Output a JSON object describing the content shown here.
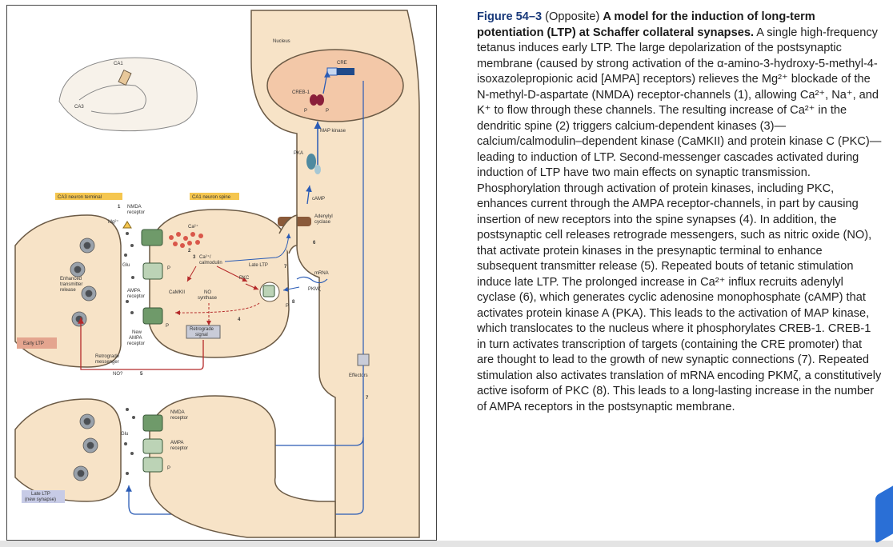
{
  "figure": {
    "nucleus_label": "Nucleus",
    "cre_label": "CRE",
    "creb_label": "CREB-1",
    "p_label": "P",
    "map_kinase_label": "MAP kinase",
    "pka_label": "PKA",
    "camp_label": "cAMP",
    "adenylyl_label_1": "Adenylyl",
    "adenylyl_label_2": "cyclase",
    "ca1_label": "CA1",
    "ca3_label": "CA3",
    "ca3_terminal_label": "CA3 neuron terminal",
    "ca1_spine_label": "CA1 neuron spine",
    "nmda_receptor_label_1": "NMDA",
    "nmda_receptor_label_2": "receptor",
    "mg_label": "Mg²⁺",
    "ca_label": "Ca²⁺",
    "ca_calmodulin_1": "Ca²⁺/",
    "ca_calmodulin_2": "calmodulin",
    "glu_label": "Glu",
    "late_ltp_label": "Late LTP",
    "mrna_label": "mRNA",
    "pkmz_label": "PKMζ",
    "pkc_label": "PKC",
    "camkii_label": "CaMKII",
    "no_synthase_1": "NO",
    "no_synthase_2": "synthase",
    "enhanced_1": "Enhanced",
    "enhanced_2": "transmitter",
    "enhanced_3": "release",
    "ampa_receptor_1": "AMPA",
    "ampa_receptor_2": "receptor",
    "retrograde_signal_1": "Retrograde",
    "retrograde_signal_2": "signal",
    "new_ampa_1": "New",
    "new_ampa_2": "AMPA",
    "new_ampa_3": "receptor",
    "early_ltp_label": "Early LTP",
    "retro_messenger_1": "Retrograde",
    "retro_messenger_2": "messenger",
    "no_q_label": "NO?",
    "effectors_label": "Effectors",
    "late_ltp_box_1": "Late LTP",
    "late_ltp_box_2": "(new synapse)",
    "n1": "1",
    "n2": "2",
    "n3": "3",
    "n4": "4",
    "n5": "5",
    "n6": "6",
    "n7": "7",
    "n8": "8",
    "colors": {
      "membrane": "#f7e3c7",
      "membrane_stroke": "#6b5a45",
      "nucleus_fill": "#f3c8a8",
      "arrow_blue": "#2a5bb5",
      "arrow_red": "#b52a2a",
      "receptor_green": "#6f9a6a",
      "ca_red": "#d9574a",
      "label_yellow": "#f5c64f",
      "early_ltp_box": "#e4a58f",
      "late_ltp_box": "#c7cbe6",
      "retro_box": "#c9ccd8"
    }
  },
  "caption": {
    "figure_number": "Figure 54–3",
    "title_rest_pre": " (Opposite) ",
    "title_main": "A model for the induction of long-term potentiation (LTP) at Schaffer collateral synapses.",
    "body": "A single high-frequency tetanus induces early LTP. The large depolarization of the postsynaptic membrane (caused by strong activation of the α-amino-3-hydroxy-5-methyl-4-isoxazolepropionic acid [AMPA] receptors) relieves the Mg²⁺ blockade of the N-methyl-D-aspartate (NMDA) receptor-channels (1), allowing Ca²⁺, Na⁺, and K⁺ to flow through these channels. The resulting increase of Ca²⁺ in the dendritic spine (2) triggers calcium-dependent kinases (3)—calcium/calmodulin–dependent kinase (CaMKII) and protein kinase C (PKC)—leading to induction of LTP. Second-messenger cascades activated during induction of LTP have two main effects on synaptic transmission. Phosphorylation through activation of protein kinases, including PKC, enhances current through the AMPA receptor-channels, in part by causing insertion of new receptors into the spine synapses (4). In addition, the postsynaptic cell releases retrograde messengers, such as nitric oxide (NO), that activate protein kinases in the presynaptic terminal to enhance subsequent transmitter release (5). Repeated bouts of tetanic stimulation induce late LTP. The prolonged increase in Ca²⁺ influx recruits adenylyl cyclase (6), which generates cyclic adenosine monophosphate (cAMP) that activates protein kinase A (PKA). This leads to the activation of MAP kinase, which translocates to the nucleus where it phosphorylates CREB-1. CREB-1 in turn activates transcription of targets (containing the CRE promoter) that are thought to lead to the growth of new synaptic connections (7). Repeated stimulation also activates translation of mRNA encoding PKMζ, a constitutively active isoform of PKC (8). This leads to a long-lasting increase in the number of AMPA receptors in the postsynaptic membrane."
  }
}
